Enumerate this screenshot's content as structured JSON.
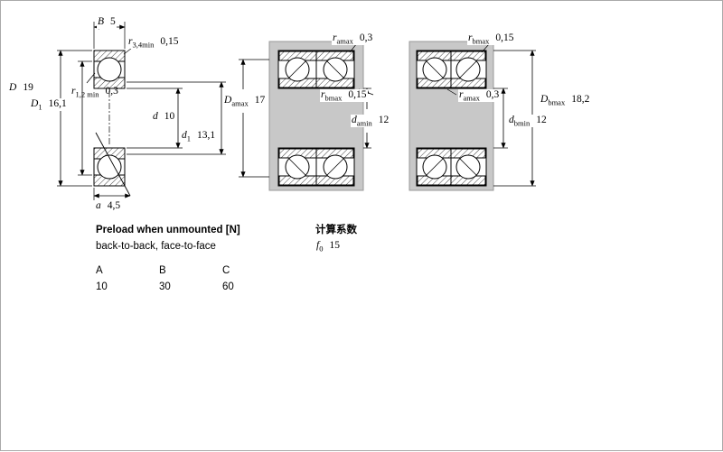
{
  "drawings": {
    "single_bearing": {
      "name": "single bearing cross-section",
      "dims": {
        "B": {
          "sym": "B",
          "sub": "",
          "val": "5"
        },
        "r34": {
          "sym": "r",
          "sub": "3,4min",
          "val": "0,15"
        },
        "D": {
          "sym": "D",
          "sub": "",
          "val": "19"
        },
        "D1": {
          "sym": "D",
          "sub": "1",
          "val": "16,1"
        },
        "r12": {
          "sym": "r",
          "sub": "1,2 min",
          "val": "0,3"
        },
        "d": {
          "sym": "d",
          "sub": "",
          "val": "10"
        },
        "d1": {
          "sym": "d",
          "sub": "1",
          "val": "13,1"
        },
        "a": {
          "sym": "a",
          "sub": "",
          "val": "4,5"
        }
      }
    },
    "back_to_back": {
      "name": "paired bearings back-to-back",
      "dims": {
        "ra": {
          "sym": "r",
          "sub": "amax",
          "val": "0,3"
        },
        "Da": {
          "sym": "D",
          "sub": "amax",
          "val": "17"
        },
        "rb": {
          "sym": "r",
          "sub": "bmax",
          "val": "0,15"
        },
        "da": {
          "sym": "d",
          "sub": "amin",
          "val": "12"
        }
      }
    },
    "face_to_face": {
      "name": "paired bearings face-to-face",
      "dims": {
        "rb": {
          "sym": "r",
          "sub": "bmax",
          "val": "0,15"
        },
        "ra": {
          "sym": "r",
          "sub": "amax",
          "val": "0,3"
        },
        "Db": {
          "sym": "D",
          "sub": "bmax",
          "val": "18,2"
        },
        "db": {
          "sym": "d",
          "sub": "bmin",
          "val": "12"
        }
      }
    },
    "colors": {
      "steel_gray": "#c8c8c8",
      "line": "#000000"
    }
  },
  "preload": {
    "title": "Preload when unmounted [N]",
    "subtitle": "back-to-back, face-to-face",
    "columns": [
      "A",
      "B",
      "C"
    ],
    "values": [
      "10",
      "30",
      "60"
    ]
  },
  "calculation": {
    "title": "计算系数",
    "f0": {
      "sym": "f",
      "sub": "0",
      "val": "15"
    }
  }
}
